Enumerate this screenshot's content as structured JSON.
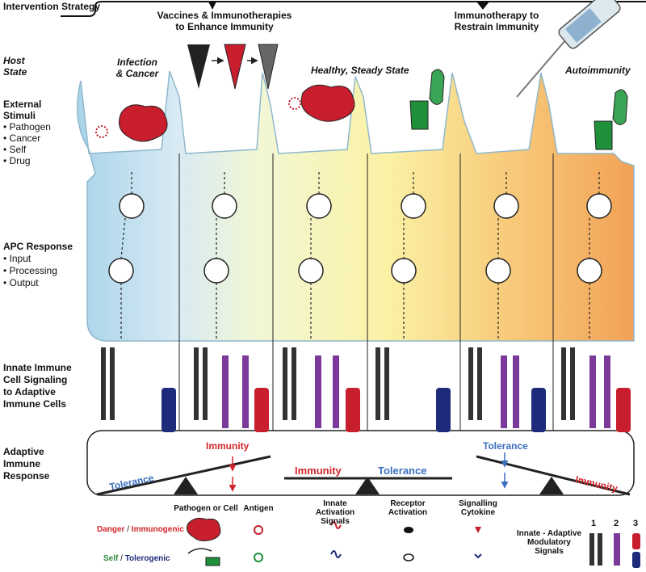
{
  "colors": {
    "danger_red": "#c81e2d",
    "self_green": "#1f8f3a",
    "purple": "#7b3a9a",
    "navy": "#1e2b7a",
    "tolerance_blue": "#3a6fc0",
    "immunity_red": "#d0262a",
    "bg_blue": "#a9d4ea",
    "bg_yellow": "#fbf2a6",
    "bg_orange": "#f2a257"
  },
  "header": {
    "intervention": "Intervention Strategy",
    "vaccines_line1": "Vaccines & Immunotherapies",
    "vaccines_line2": "to Enhance Immunity",
    "restrain_line1": "Immunotherapy to",
    "restrain_line2": "Restrain Immunity"
  },
  "host_state": {
    "label_line1": "Host",
    "label_line2": "State",
    "infection_line1": "Infection",
    "infection_line2": "& Cancer",
    "healthy": "Healthy, Steady State",
    "autoimmunity": "Autoimmunity"
  },
  "left_labels": {
    "external_title_1": "External",
    "external_title_2": "Stimuli",
    "external_items": [
      "Pathogen",
      "Cancer",
      "Self",
      "Drug"
    ],
    "apc_title": "APC Response",
    "apc_items": [
      "Input",
      "Processing",
      "Output"
    ],
    "innate_line1": "Innate Immune",
    "innate_line2": "Cell Signaling",
    "innate_line3": "to Adaptive",
    "innate_line4": "Immune Cells",
    "adaptive_line1": "Adaptive",
    "adaptive_line2": "Immune",
    "adaptive_line3": "Response"
  },
  "adaptive": {
    "tolerance_left": "Tolerance",
    "immunity_up": "Immunity",
    "immunity_mid": "Immunity",
    "tolerance_mid": "Tolerance",
    "tolerance_down": "Tolerance",
    "immunity_right": "Immunity"
  },
  "legend": {
    "pathogen_or_cell": "Pathogen or Cell",
    "antigen": "Antigen",
    "innate_activation_1": "Innate Activation",
    "innate_activation_2": "Signals",
    "receptor_1": "Receptor",
    "receptor_2": "Activation",
    "cytokine_1": "Signalling",
    "cytokine_2": "Cytokine",
    "danger": "Danger",
    "slash": " / ",
    "immunogenic": "Immunogenic",
    "self": "Self",
    "tolerogenic": "Tolerogenic",
    "modulatory_1": "Innate - Adaptive",
    "modulatory_2": "Modulatory",
    "modulatory_3": "Signals",
    "signal_1": "1",
    "signal_2": "2",
    "signal_3": "3"
  }
}
